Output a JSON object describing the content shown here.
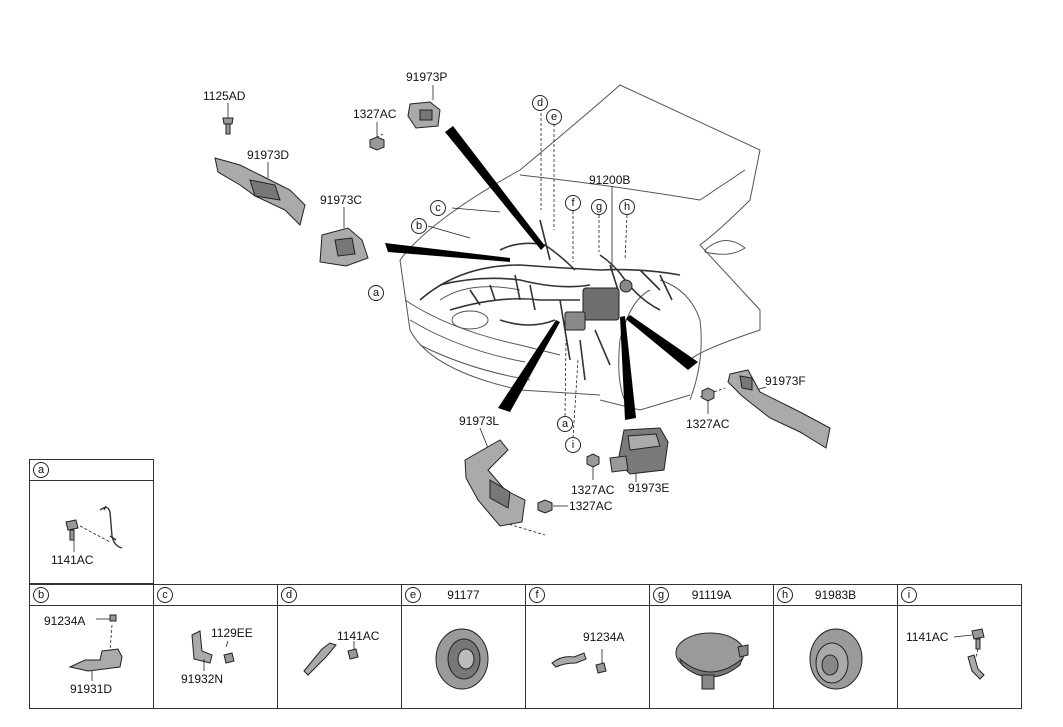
{
  "main_labels": {
    "p91973P": "91973P",
    "p1125AD": "1125AD",
    "p1327AC_top": "1327AC",
    "p91973D": "91973D",
    "p91973C": "91973C",
    "p91200B": "91200B",
    "p91973F": "91973F",
    "p1327AC_right": "1327AC",
    "p91973L": "91973L",
    "p1327AC_bottom": "1327AC",
    "p1327AC_center": "1327AC",
    "p91973E": "91973E"
  },
  "callouts": {
    "a_left": "a",
    "b": "b",
    "c": "c",
    "d": "d",
    "e": "e",
    "f": "f",
    "g": "g",
    "h": "h",
    "a_bottom": "a",
    "i": "i"
  },
  "detail_a": {
    "letter": "a",
    "part": "1141AC"
  },
  "details": [
    {
      "letter": "b",
      "title": "",
      "parts": [
        "91234A",
        "91931D"
      ]
    },
    {
      "letter": "c",
      "title": "",
      "parts": [
        "1129EE",
        "91932N"
      ]
    },
    {
      "letter": "d",
      "title": "",
      "parts": [
        "1141AC"
      ]
    },
    {
      "letter": "e",
      "title": "91177",
      "parts": []
    },
    {
      "letter": "f",
      "title": "",
      "parts": [
        "91234A"
      ]
    },
    {
      "letter": "g",
      "title": "91119A",
      "parts": []
    },
    {
      "letter": "h",
      "title": "91983B",
      "parts": []
    },
    {
      "letter": "i",
      "title": "",
      "parts": [
        "1141AC"
      ]
    }
  ]
}
